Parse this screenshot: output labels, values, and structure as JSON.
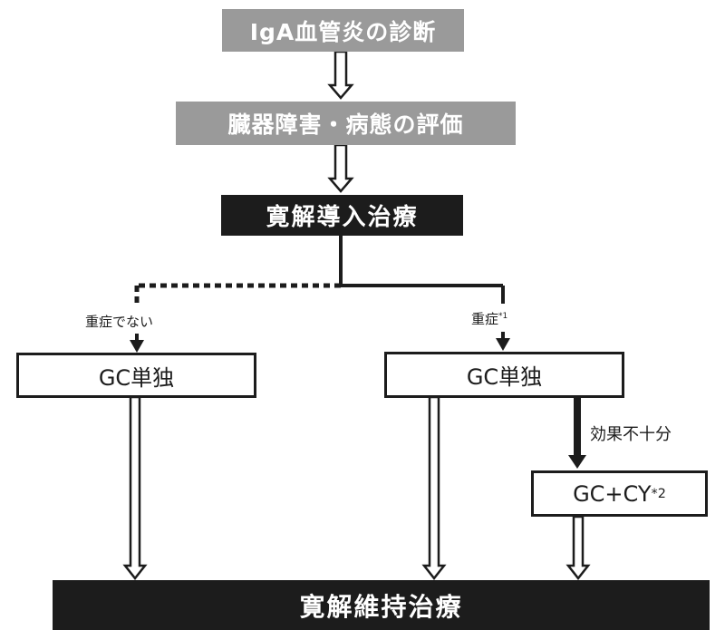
{
  "nodes": {
    "diagnosis": "IgA血管炎の診断",
    "assessment": "臓器障害・病態の評価",
    "induction": "寛解導入治療",
    "gc_left": "GC単独",
    "gc_right": "GC単独",
    "gc_cy": "GC+CY",
    "maintenance": "寛解維持治療"
  },
  "labels": {
    "not_severe": "重症でない",
    "severe": "重症",
    "severe_note": "*1",
    "gc_cy_note": "*2",
    "insufficient": "効果不十分"
  },
  "colors": {
    "gray_box": "#9a9a9a",
    "black_box": "#1c1c1c",
    "line": "#1c1c1c"
  }
}
